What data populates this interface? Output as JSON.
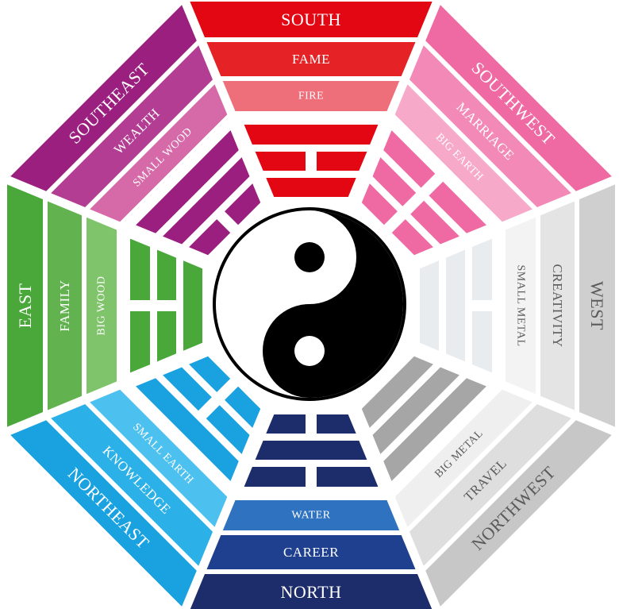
{
  "diagram": {
    "center_symbol": "yin-yang-icon",
    "sectors": [
      {
        "id": "south",
        "rings": [
          "SOUTH",
          "FAME",
          "FIRE"
        ],
        "colors": [
          "#e30613",
          "#e52226",
          "#ee6e7a"
        ],
        "trigram": [
          1,
          0,
          1
        ],
        "trigram_color": "#e30613",
        "text_color": "#ffffff"
      },
      {
        "id": "southwest",
        "rings": [
          "SOUTHWEST",
          "MARRIAGE",
          "BIG EARTH"
        ],
        "colors": [
          "#ef6aa2",
          "#f389b6",
          "#f6a9c9"
        ],
        "trigram": [
          0,
          0,
          0
        ],
        "trigram_color": "#ef6aa2",
        "text_color": "#ffffff"
      },
      {
        "id": "west",
        "rings": [
          "WEST",
          "CREATIVITY",
          "SMALL METAL"
        ],
        "colors": [
          "#cfcfcf",
          "#e4e4e4",
          "#f3f3f3"
        ],
        "trigram": [
          0,
          1,
          1
        ],
        "trigram_color": "#e9ecef",
        "text_color": "#5a5a5a"
      },
      {
        "id": "northwest",
        "rings": [
          "NORTHWEST",
          "TRAVEL",
          "BIG METAL"
        ],
        "colors": [
          "#c7c7c7",
          "#dedede",
          "#efefef"
        ],
        "trigram": [
          1,
          1,
          1
        ],
        "trigram_color": "#a6a6a6",
        "text_color": "#5a5a5a"
      },
      {
        "id": "north",
        "rings": [
          "NORTH",
          "CAREER",
          "WATER"
        ],
        "colors": [
          "#1d2d6b",
          "#1f3f8f",
          "#2e72c0"
        ],
        "trigram": [
          0,
          1,
          0
        ],
        "trigram_color": "#1d2d6b",
        "text_color": "#ffffff"
      },
      {
        "id": "northeast",
        "rings": [
          "NORTHEAST",
          "KNOWLEDGE",
          "SMALL EARTH"
        ],
        "colors": [
          "#1aa1e0",
          "#2bb0e8",
          "#4cc0ee"
        ],
        "trigram": [
          1,
          0,
          0
        ],
        "trigram_color": "#1aa1e0",
        "text_color": "#ffffff"
      },
      {
        "id": "east",
        "rings": [
          "EAST",
          "FAMILY",
          "BIG WOOD"
        ],
        "colors": [
          "#4aa83a",
          "#62b24f",
          "#7fc46b"
        ],
        "trigram": [
          0,
          0,
          1
        ],
        "trigram_color": "#4aa83a",
        "text_color": "#ffffff"
      },
      {
        "id": "southeast",
        "rings": [
          "SOUTHEAST",
          "WEALTH",
          "SMALL WOOD"
        ],
        "colors": [
          "#9a1f7f",
          "#b33d92",
          "#d66aa8"
        ],
        "trigram": [
          1,
          1,
          0
        ],
        "trigram_color": "#9a1f7f",
        "text_color": "#ffffff"
      }
    ]
  }
}
